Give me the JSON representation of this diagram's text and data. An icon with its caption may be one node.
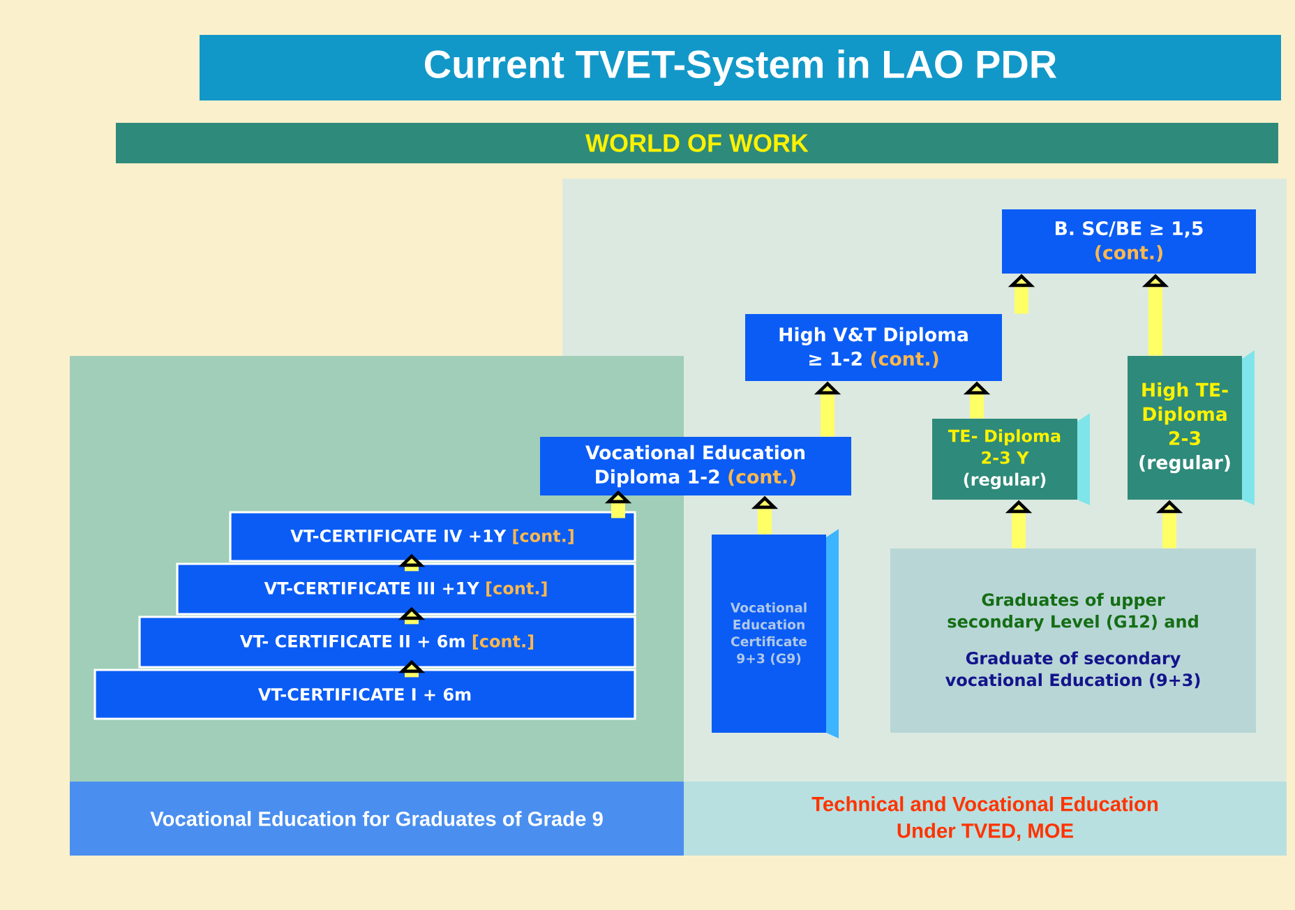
{
  "diagram": {
    "title": "Current TVET-System in LAO PDR",
    "nodes": [
      {
        "text": [
          "WORLD OF WORK"
        ]
      },
      {
        "text": [
          "B. SC/BE ≥ 1,5",
          "(cont.)"
        ]
      },
      {
        "text": [
          "High V&T Diploma",
          "≥ 1-2",
          "(cont.)"
        ]
      },
      {
        "text": [
          "Vocational Education Diploma 1-2",
          "(cont.)"
        ]
      },
      {
        "text": [
          "TE- Diploma 2-3 Y",
          "(regular)"
        ]
      },
      {
        "text": [
          "High TE- Diploma 2-3",
          "(regular)"
        ]
      },
      {
        "text": [
          "VT-CERTIFICATE IV +1Y",
          "[cont.]"
        ]
      },
      {
        "text": [
          "VT-CERTIFICATE III +1Y",
          "[cont.]"
        ]
      },
      {
        "text": [
          "VT- CERTIFICATE II + 6m",
          "[cont.]"
        ]
      },
      {
        "text": [
          "VT-CERTIFICATE I + 6m"
        ]
      },
      {
        "text": [
          "Vocational Education Certificate 9+3 (G9)"
        ]
      },
      {
        "text": [
          "Graduates of upper secondary Level (G12) and",
          "Graduate of secondary vocational Education (9+3)"
        ]
      },
      {
        "text": [
          "Vocational Education for Graduates of Grade 9"
        ]
      },
      {
        "text": [
          "Technical and Vocational Education Under TVED, MOE"
        ]
      }
    ],
    "edges": [
      {
        "from": 9,
        "to": 8,
        "arrow": "to"
      },
      {
        "from": 8,
        "to": 7,
        "arrow": "to"
      },
      {
        "from": 7,
        "to": 6,
        "arrow": "to"
      },
      {
        "from": 6,
        "to": 3,
        "arrow": "to"
      },
      {
        "from": 10,
        "to": 3,
        "arrow": "to"
      },
      {
        "from": 3,
        "to": 2,
        "arrow": "to"
      },
      {
        "from": 4,
        "to": 2,
        "arrow": "to"
      },
      {
        "from": 2,
        "to": 1,
        "arrow": "to"
      },
      {
        "from": 5,
        "to": 1,
        "arrow": "to"
      },
      {
        "from": 11,
        "to": 4,
        "arrow": "to"
      },
      {
        "from": 11,
        "to": 5,
        "arrow": "to"
      }
    ]
  }
}
